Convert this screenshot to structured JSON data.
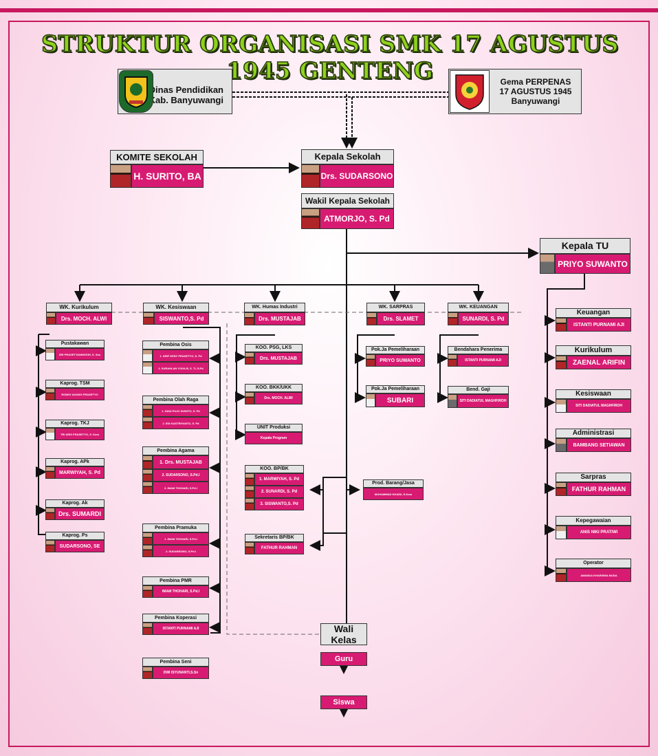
{
  "title": "STRUKTUR ORGANISASI SMK 17 AGUSTUS 1945 GENTENG",
  "top": {
    "dinas": {
      "line1": "Dinas Pendidikan",
      "line2": "Kab. Banyuwangi"
    },
    "gema": {
      "line1": "Gema PERPENAS",
      "line2": "17 AGUSTUS 1945",
      "line3": "Banyuwangi"
    }
  },
  "komite": {
    "title": "KOMITE SEKOLAH",
    "name": "H. SURITO, BA"
  },
  "kepala": {
    "title": "Kepala Sekolah",
    "name": "Drs. SUDARSONO"
  },
  "wakil": {
    "title": "Wakil Kepala Sekolah",
    "name": "ATMORJO, S. Pd"
  },
  "tu": {
    "title": "Kepala TU",
    "name": "PRIYO SUWANTO"
  },
  "kurikulum": {
    "head": {
      "title": "WK. Kurikulum",
      "name": "Drs. MOCH. ALWI"
    },
    "items": [
      {
        "title": "Pustakawan",
        "name": "SRI PRASETYANINGSIH, S. Sos"
      },
      {
        "title": "Kaprog. TSM",
        "name": "RONNY AGUNG PRASETYO"
      },
      {
        "title": "Kaprog. TKJ",
        "name": "TRI ARIS PRASETYO, S. Kom"
      },
      {
        "title": "Kaprog. APk",
        "name": "MARWIYAH, S. Pd"
      },
      {
        "title": "Kaprog. Ak",
        "name": "Drs. SUMARDI"
      },
      {
        "title": "Kaprog. Ps",
        "name": "SUDARSONO, SE"
      }
    ]
  },
  "kesiswaan": {
    "head": {
      "title": "WK. Kesiswaan",
      "name": "SISWANTO,S. Pd"
    },
    "groups": [
      {
        "title": "Pembina Osis",
        "names": [
          "1. ARIF DENY PRASETYO, S. Pd",
          "2. SURAHLAN YOGA B, S. TI, S.Pd"
        ]
      },
      {
        "title": "Pembina Olah Raga",
        "names": [
          "1. HADI PUJO SUWITO, S. Pd",
          "2. EDI KASTRIYANTO, S. Pd"
        ]
      },
      {
        "title": "Pembina Agama",
        "names": [
          "1. Drs. MUSTAJAB",
          "2. SUDARSONO, S.Pd.I",
          "3. IMAM THOHARI, S.Pd.I"
        ]
      },
      {
        "title": "Pembina Pramuka",
        "names": [
          "1. IMAM THOHARI, S.Pd.I",
          "2. SUDARSONO, S.Pd.I"
        ]
      },
      {
        "title": "Pembina PMR",
        "names": [
          "IMAM THOHARI, S.Pd.I"
        ]
      },
      {
        "title": "Pembina Koperasi",
        "names": [
          "ISTANTI PURNAMI AJI"
        ]
      },
      {
        "title": "Pembina Seni",
        "names": [
          "DWI ISYUNANTI,S.Sn"
        ]
      }
    ]
  },
  "humas": {
    "head": {
      "title": "WK. Humas Industri",
      "name": "Drs. MUSTAJAB"
    },
    "items": [
      {
        "title": "KOO. PSG, LKS",
        "name": "Drs. MUSTAJAB"
      },
      {
        "title": "KOO. BKK/UKK",
        "name": "Drs. MOCH. ALWI"
      },
      {
        "title": "UNIT Produksi",
        "name": "Kepala Program"
      }
    ],
    "bp": {
      "title": "KOO. BP/BK",
      "names": [
        "1. MARWIYAH, S. Pd",
        "2. SUNARDI, S. Pd",
        "3. SISWANTO,S. Pd"
      ]
    },
    "sekretaris": {
      "title": "Sekretaris BP/BK",
      "name": "FATHUR RAHMAN"
    },
    "prod": {
      "title": "Prod. Barang/Jasa",
      "name": "MOHAMMAD KHAIDI, S.Kom"
    }
  },
  "sarpras": {
    "head": {
      "title": "WK. SARPRAS",
      "name": "Drs. SLAMET"
    },
    "items": [
      {
        "title": "Pok.Ja Pemeliharaan",
        "name": "PRIYO SUWANTO"
      },
      {
        "title": "Pok.Ja Pemeliharaan",
        "name": "SUBARI"
      }
    ]
  },
  "keuangan": {
    "head": {
      "title": "WK. KEUANGAN",
      "name": "SUNARDI, S. Pd"
    },
    "items": [
      {
        "title": "Bendahara Penerima",
        "name": "ISTANTI PURNAMI AJI"
      },
      {
        "title": "Bend. Gaji",
        "name": "SITI DADIATUL MAGHFIROH"
      }
    ]
  },
  "tu_staff": [
    {
      "title": "Keuangan",
      "name": "ISTANTI PURNAMI AJI"
    },
    {
      "title": "Kurikulum",
      "name": "ZAENAL ARIFIN"
    },
    {
      "title": "Kesiswaan",
      "name": "SITI DADIATUL MAGHFIROH"
    },
    {
      "title": "Administrasi",
      "name": "BAMBANG SETIAWAN"
    },
    {
      "title": "Sarpras",
      "name": "FATHUR RAHMAN"
    },
    {
      "title": "Kepegawaian",
      "name": "ANIS NIKI PRATIWI"
    },
    {
      "title": "Operator",
      "name": "AWANDA KHARISMA MUDA"
    }
  ],
  "bottom": {
    "wali": "Wali Kelas",
    "guru": "Guru",
    "siswa": "Siswa"
  }
}
